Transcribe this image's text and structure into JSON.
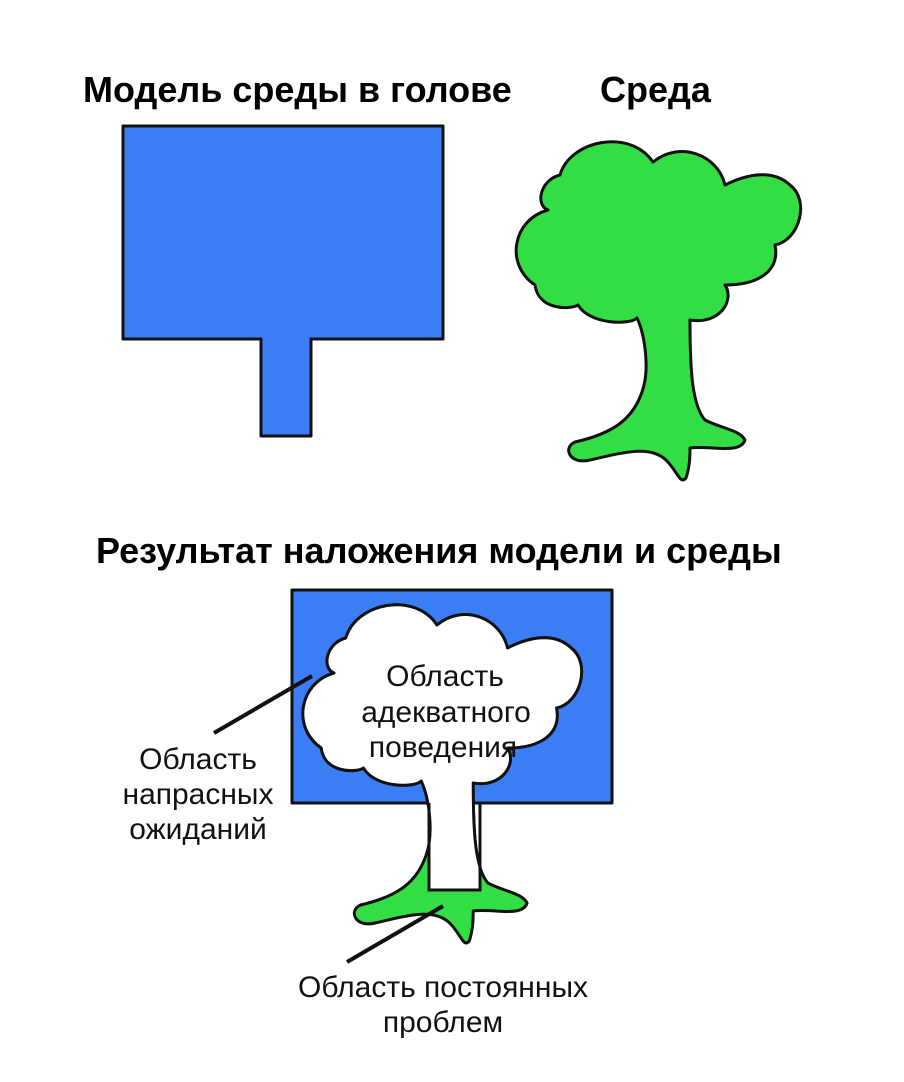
{
  "titles": {
    "model": "Модель среды в голове",
    "environment": "Среда",
    "result": "Результат наложения модели и среды"
  },
  "labels": {
    "adequate": [
      "Область",
      "адекватного",
      "поведения"
    ],
    "false_expectations": [
      "Область",
      "напрасных",
      "ожиданий"
    ],
    "permanent_problems": [
      "Область постоянных",
      "проблем"
    ]
  },
  "colors": {
    "model": "#3B7DF5",
    "environment": "#33DD44",
    "overlap": "#FFFFFF",
    "outline": "#111111"
  }
}
